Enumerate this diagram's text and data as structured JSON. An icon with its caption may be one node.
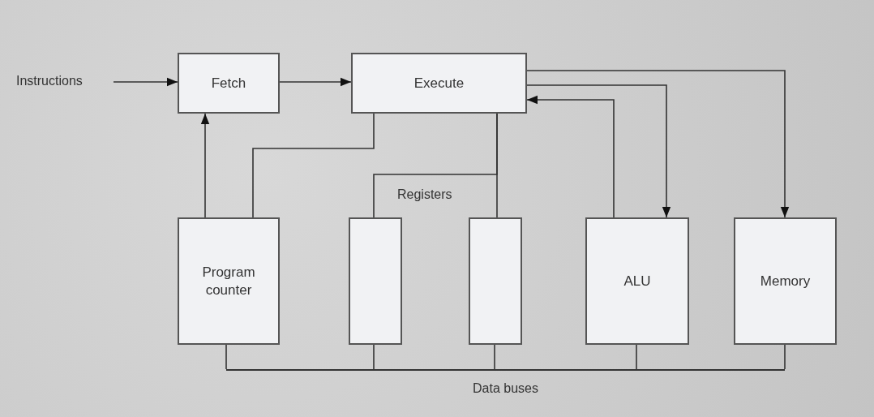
{
  "diagram": {
    "nodes": [
      {
        "text": [
          "Instructions"
        ]
      },
      {
        "text": [
          "Fetch"
        ]
      },
      {
        "text": [
          "Execute"
        ]
      },
      {
        "text": [
          "Program counter"
        ]
      },
      {
        "text": [],
        "shape": "box"
      },
      {
        "text": [],
        "shape": "box"
      },
      {
        "text": [
          "ALU"
        ]
      },
      {
        "text": [
          "Memory"
        ]
      },
      {
        "text": [
          "Data buses"
        ]
      }
    ],
    "edges": [
      {
        "from": 0,
        "to": 1,
        "arrow": "to"
      },
      {
        "from": 1,
        "to": 2,
        "arrow": "to"
      },
      {
        "from": 3,
        "to": 1,
        "arrow": "to"
      },
      {
        "from": 2,
        "to": 3,
        "arrow": "none"
      },
      {
        "from": 2,
        "to": 4,
        "arrow": "none"
      },
      {
        "from": 2,
        "to": 5,
        "arrow": "none"
      },
      {
        "from": 2,
        "to": 6,
        "arrow": "to"
      },
      {
        "from": 6,
        "to": 2,
        "arrow": "to"
      },
      {
        "from": 2,
        "to": 7,
        "arrow": "to"
      },
      {
        "from": 3,
        "to": 8,
        "arrow": "none"
      },
      {
        "from": 4,
        "to": 8,
        "arrow": "none"
      },
      {
        "from": 5,
        "to": 8,
        "arrow": "none"
      },
      {
        "from": 6,
        "to": 8,
        "arrow": "none"
      },
      {
        "from": 7,
        "to": 8,
        "arrow": "none"
      }
    ],
    "labels": [
      "Registers"
    ]
  }
}
